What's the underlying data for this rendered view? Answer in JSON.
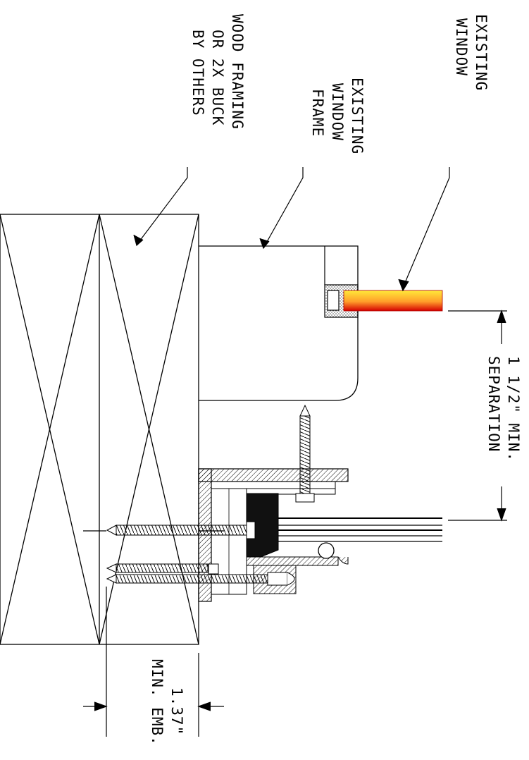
{
  "labels": {
    "existing_window": [
      "EXISTING",
      "WINDOW"
    ],
    "existing_window_frame": [
      "EXISTING",
      "WINDOW",
      "FRAME"
    ],
    "wood_framing": [
      "WOOD FRAMING",
      "OR 2X BUCK",
      "BY OTHERS"
    ],
    "separation": [
      "1 1/2\" MIN.",
      "SEPARATION"
    ],
    "embedment": [
      "1.37\"",
      "MIN. EMB."
    ]
  },
  "colors": {
    "line": "#000000",
    "glass_gradient": [
      "#ffe93a",
      "#ff9d2a",
      "#d40000"
    ]
  }
}
